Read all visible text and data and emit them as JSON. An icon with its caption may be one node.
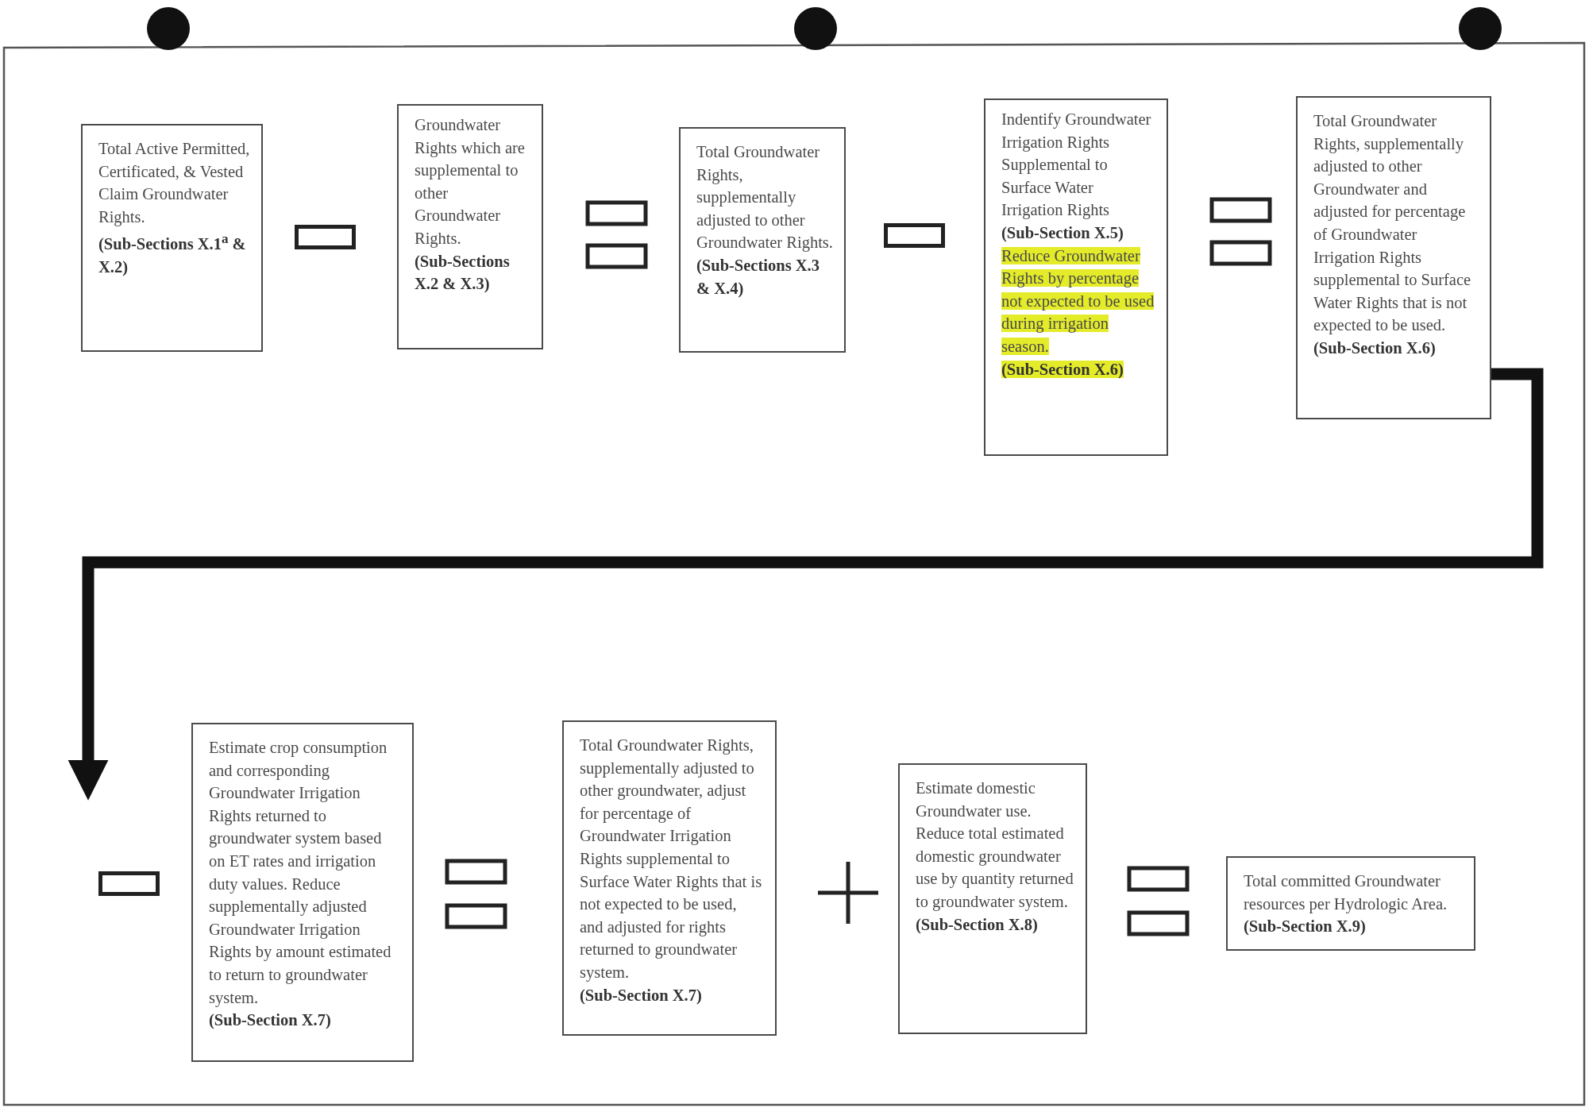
{
  "diagram": {
    "nodes": [
      {
        "text": [
          "Total Active Permitted, Certificated, & Vested Claim Groundwater Rights.",
          "(Sub-Sections X.1$^{a}$ & X.2)"
        ]
      },
      {
        "text": [],
        "shape": "bar"
      },
      {
        "text": [
          "Groundwater Rights which are supplemental to other Groundwater Rights.",
          "(Sub-Sections X.2 & X.3)"
        ]
      },
      {
        "text": [
          "Total Groundwater Rights, supplementally adjusted to other Groundwater Rights.",
          "(Sub-Sections X.3 & X.4)"
        ]
      },
      {
        "text": [],
        "shape": "bar"
      },
      {
        "text": [
          "Indentify Groundwater Irrigation Rights Supplemental to Surface Water Irrigation Rights",
          "(Sub-Section X.5)",
          "Reduce Groundwater Rights by percentage not expected to be used during irrigation season.",
          "(Sub-Section X.6)"
        ]
      },
      {
        "text": [
          "Total Groundwater Rights, supplementally adjusted to other Groundwater and adjusted for percentage of Groundwater Irrigation Rights supplemental to Surface Water Rights that is not expected to be used.",
          "(Sub-Section X.6)"
        ]
      },
      {
        "text": [],
        "shape": "bar"
      },
      {
        "text": [
          "Estimate crop consumption and corresponding Groundwater Irrigation Rights returned to groundwater system based on ET rates and irrigation duty values. Reduce supplementally adjusted Groundwater Irrigation Rights by amount estimated to return to groundwater system.",
          "(Sub-Section X.7)"
        ]
      },
      {
        "text": [
          "Total Groundwater Rights, supplementally adjusted to other groundwater, adjust for percentage of Groundwater Irrigation Rights supplemental to Surface Water Rights that is not expected to be used, and adjusted for rights returned to groundwater system.",
          "(Sub-Section X.7)"
        ]
      },
      {
        "text": [
          "Estimate domestic Groundwater use. Reduce total estimated domestic groundwater use by quantity returned to groundwater system.",
          "(Sub-Section X.8)"
        ]
      },
      {
        "text": [
          "Total committed Groundwater resources per Hydrologic Area.",
          "(Sub-Section X.9)"
        ]
      }
    ],
    "edges": [
      {
        "from": 6,
        "to": 7,
        "arrow": "to"
      }
    ]
  }
}
